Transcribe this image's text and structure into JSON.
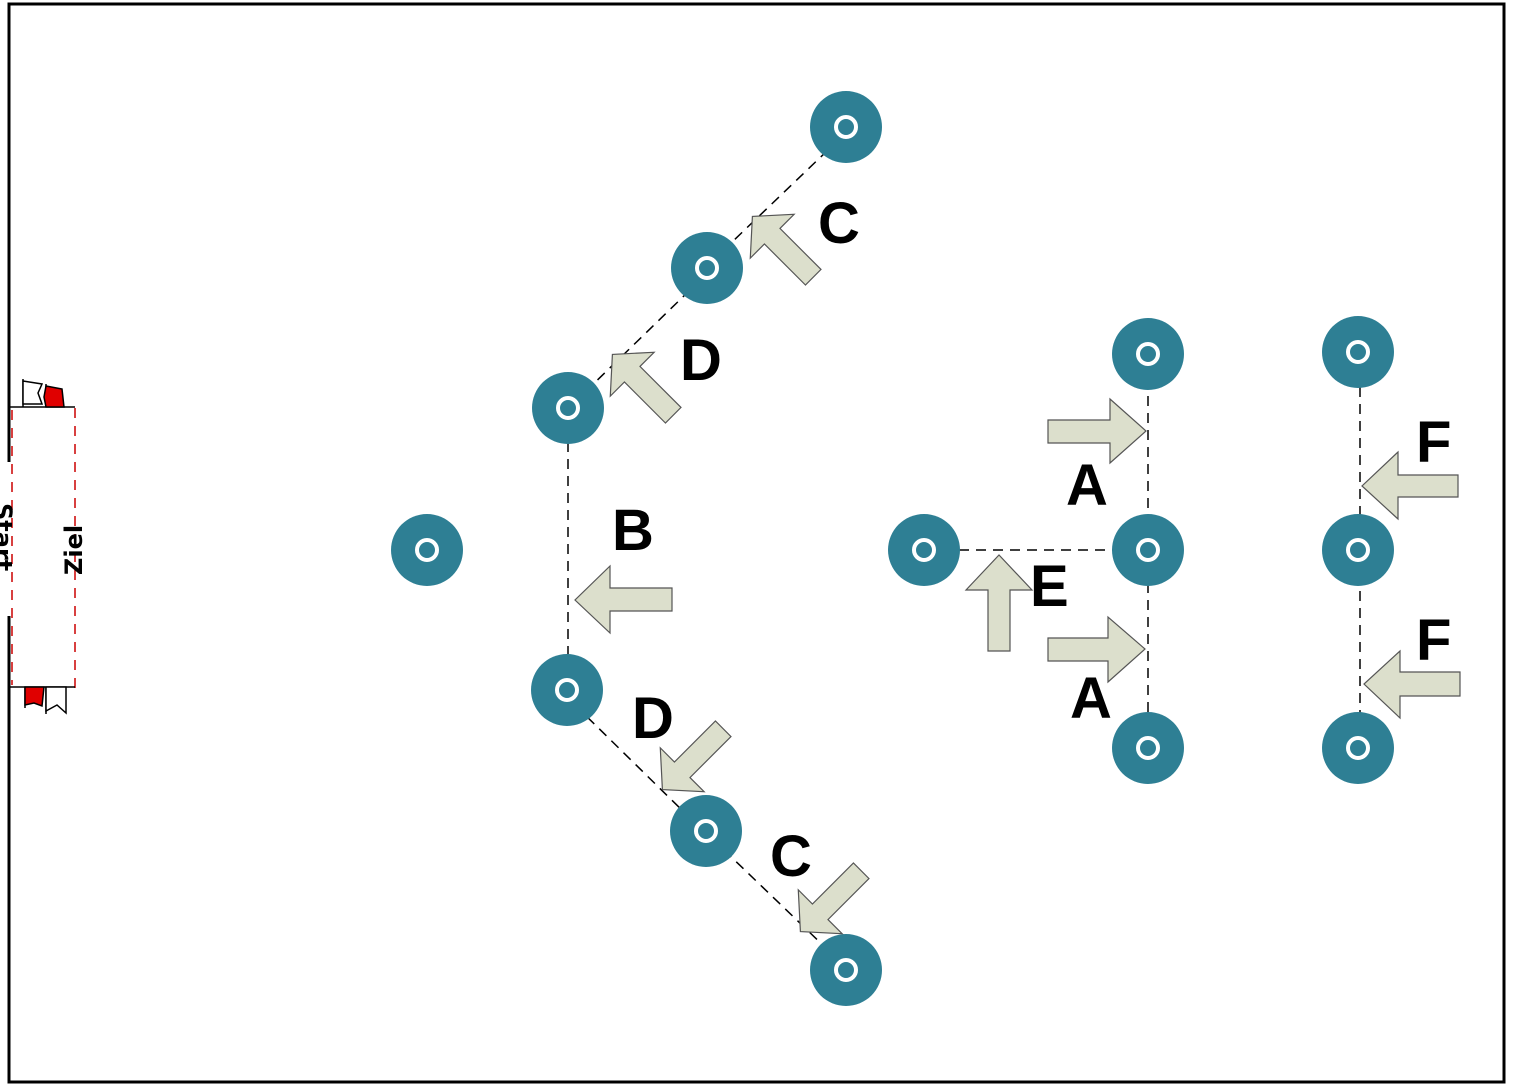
{
  "colors": {
    "marker": "#2e7f94",
    "arrow_fill": "#dcdfcc",
    "arrow_stroke": "#555555",
    "flag_red": "#e00000",
    "gate_dash": "#cc0000",
    "path_dash": "#000000"
  },
  "gate": {
    "start_label": "Start",
    "finish_label": "Ziel"
  },
  "sections": {
    "a": "A",
    "b": "B",
    "c": "C",
    "d": "D",
    "e": "E",
    "f": "F"
  },
  "markers": [
    "cone-c-top",
    "cone-d-top-mid",
    "cone-b-top",
    "cone-start",
    "cone-b-bottom",
    "cone-d-bottom-mid",
    "cone-c-bottom",
    "cone-e-left",
    "cone-a-top",
    "cone-a-middle",
    "cone-a-bottom",
    "cone-f-top",
    "cone-f-middle",
    "cone-f-bottom"
  ]
}
